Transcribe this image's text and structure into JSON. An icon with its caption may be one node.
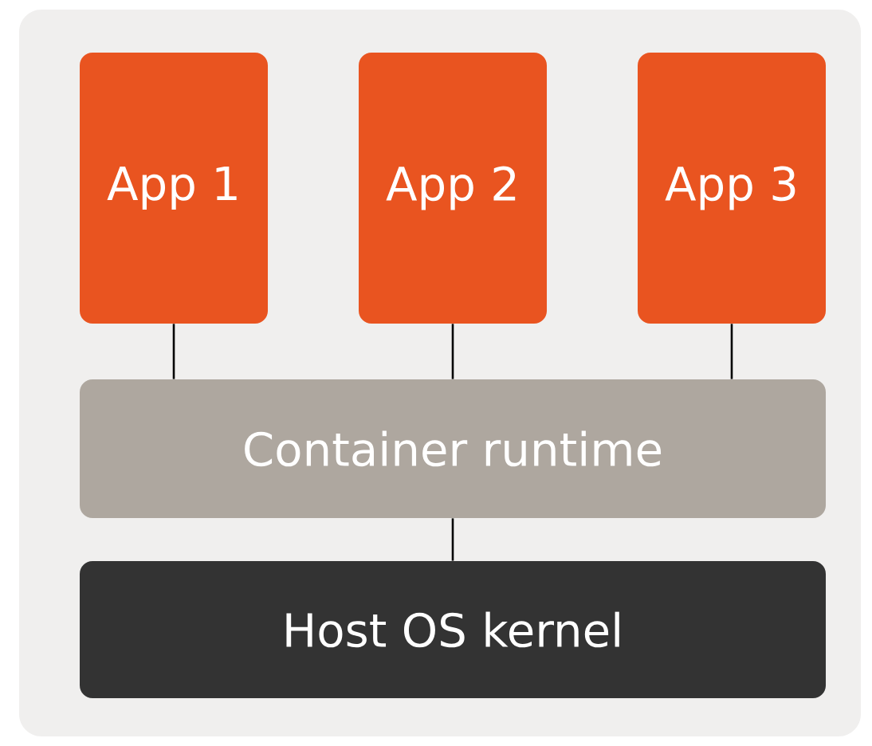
{
  "diagram": {
    "nodes": [
      {
        "text": [
          "App 1"
        ]
      },
      {
        "text": [
          "App 2"
        ]
      },
      {
        "text": [
          "App 3"
        ]
      },
      {
        "text": [
          "Container runtime"
        ]
      },
      {
        "text": [
          "Host OS kernel"
        ]
      }
    ],
    "edges": [
      {
        "from": 0,
        "to": 3,
        "arrow": "none"
      },
      {
        "from": 1,
        "to": 3,
        "arrow": "none"
      },
      {
        "from": 2,
        "to": 3,
        "arrow": "none"
      },
      {
        "from": 3,
        "to": 4,
        "arrow": "none"
      }
    ]
  }
}
